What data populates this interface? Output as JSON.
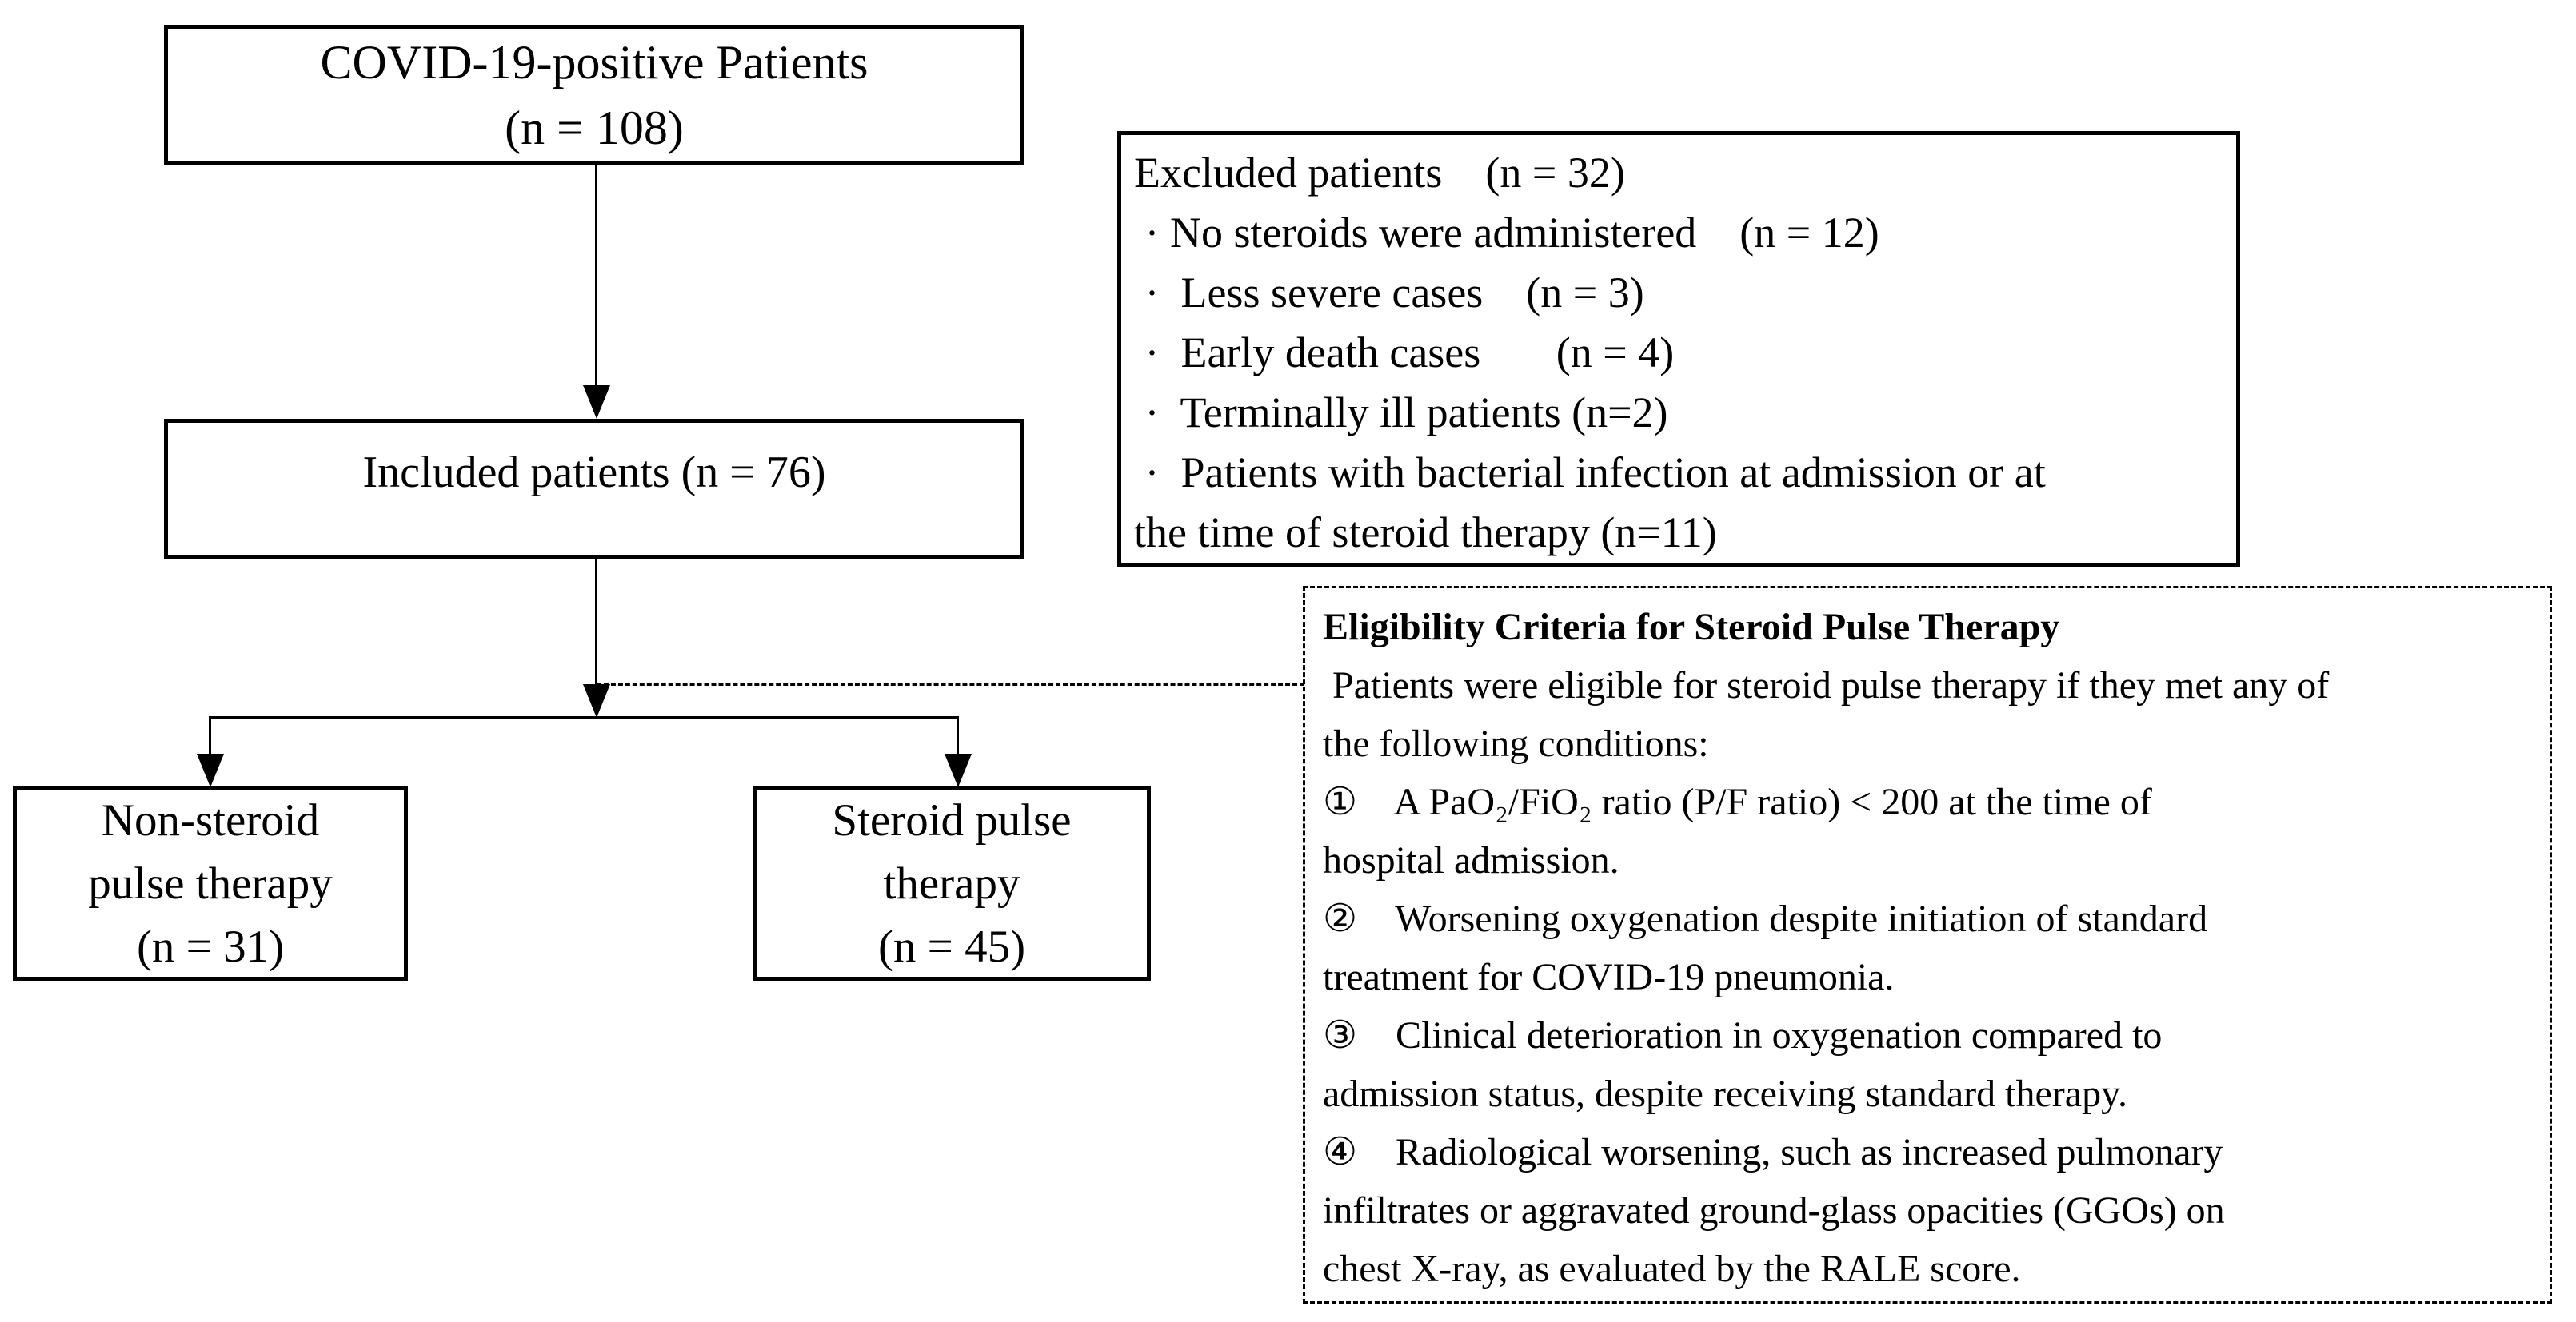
{
  "colors": {
    "ink": "#000000",
    "background": "#ffffff"
  },
  "boxes": {
    "covid": {
      "lines": [
        "COVID-19-positive Patients",
        "(n = 108)"
      ]
    },
    "included": {
      "lines": [
        "Included patients (n = 76)"
      ]
    },
    "excluded": {
      "lines": [
        "Excluded patients    (n = 32)",
        " · No steroids were administered    (n = 12)",
        " ·  Less severe cases    (n = 3)",
        " ·  Early death cases       (n = 4)",
        " ·  Terminally ill patients (n=2)",
        " ·  Patients with bacterial infection at admission or at",
        "the time of steroid therapy (n=11)"
      ]
    },
    "non_steroid": {
      "lines": [
        "Non-steroid",
        "pulse therapy",
        "(n = 31)"
      ]
    },
    "steroid": {
      "lines": [
        "Steroid pulse",
        "therapy",
        "(n = 45)"
      ]
    },
    "eligibility": {
      "title": "Eligibility Criteria for Steroid Pulse Therapy",
      "lines": [
        " Patients were eligible for steroid pulse therapy if they met any of",
        "the following conditions:",
        "①    A PaO₂/FiO₂ ratio (P/F ratio) < 200 at the time of",
        "hospital admission.",
        "②    Worsening oxygenation despite initiation of standard",
        "treatment for COVID-19 pneumonia.",
        "③    Clinical deterioration in oxygenation compared to",
        "admission status, despite receiving standard therapy.",
        "④    Radiological worsening, such as increased pulmonary",
        "infiltrates or aggravated ground-glass opacities (GGOs) on",
        "chest X-ray, as evaluated by the RALE score."
      ]
    }
  }
}
